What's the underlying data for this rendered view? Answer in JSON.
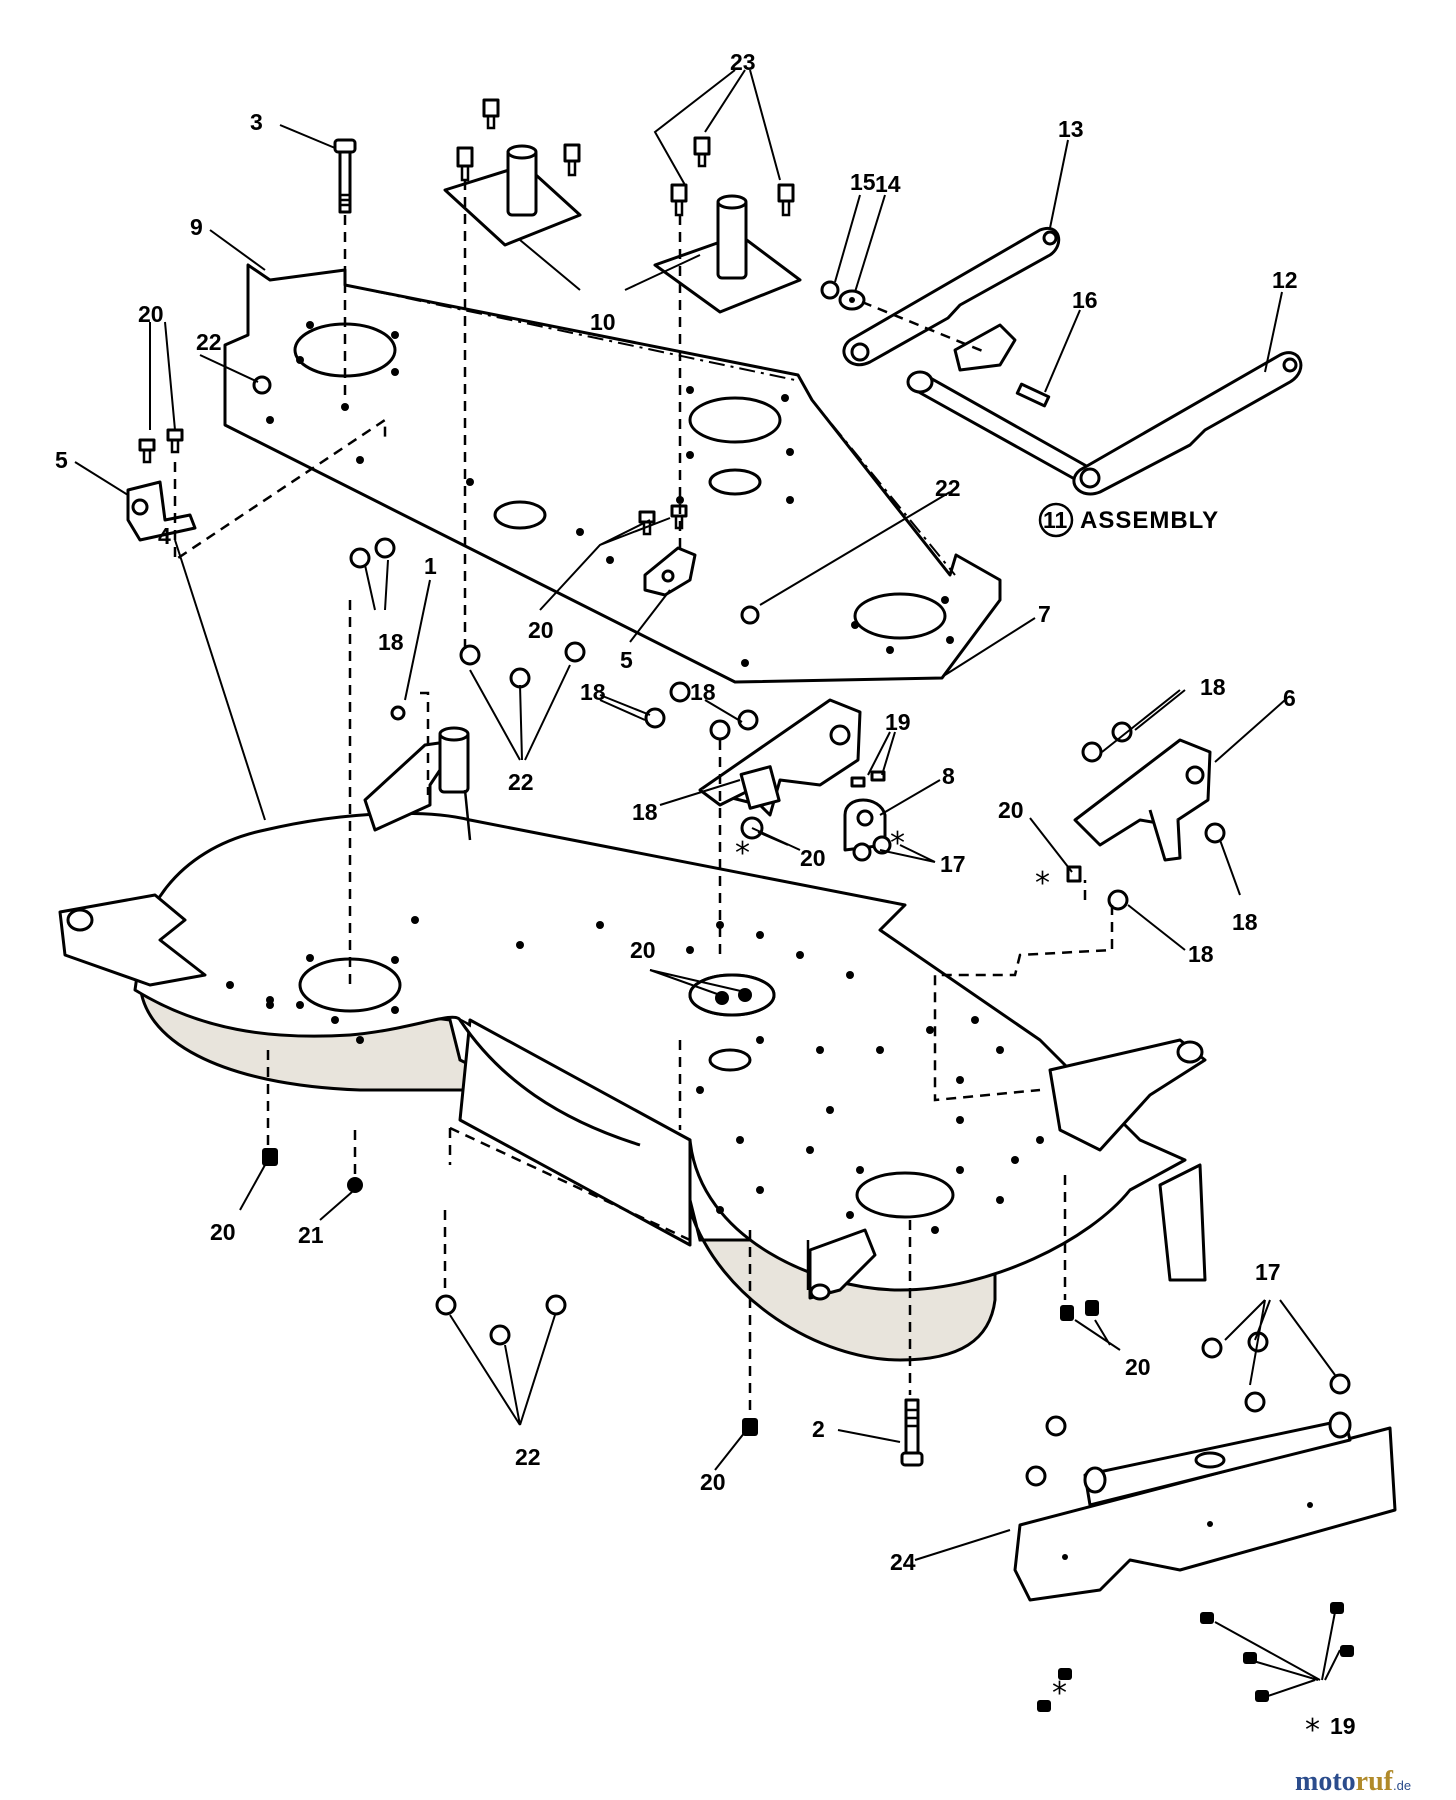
{
  "diagram": {
    "callouts": {
      "n1": "1",
      "n2": "2",
      "n3": "3",
      "n4": "4",
      "n5a": "5",
      "n5b": "5",
      "n6": "6",
      "n7": "7",
      "n8": "8",
      "n9": "9",
      "n10": "10",
      "n12": "12",
      "n13": "13",
      "n14": "14",
      "n15": "15",
      "n16": "16",
      "n17a": "17",
      "n17b": "17",
      "n18a": "18",
      "n18b": "18",
      "n18c": "18",
      "n18d": "18",
      "n18e": "18",
      "n18f": "18",
      "n18g": "18",
      "n19a": "19",
      "n19b": "19",
      "n20a": "20",
      "n20b": "20",
      "n20c": "20",
      "n20d": "20",
      "n20e": "20",
      "n20f": "20",
      "n20g": "20",
      "n20h": "20",
      "n21": "21",
      "n22a": "22",
      "n22b": "22",
      "n22c": "22",
      "n22d": "22",
      "n23": "23",
      "n24": "24"
    },
    "assembly": {
      "number": "11",
      "label": "ASSEMBLY"
    },
    "asterisk": "*",
    "watermark": {
      "part1": "moto",
      "part2": "ruf",
      "suffix": ".de"
    }
  }
}
